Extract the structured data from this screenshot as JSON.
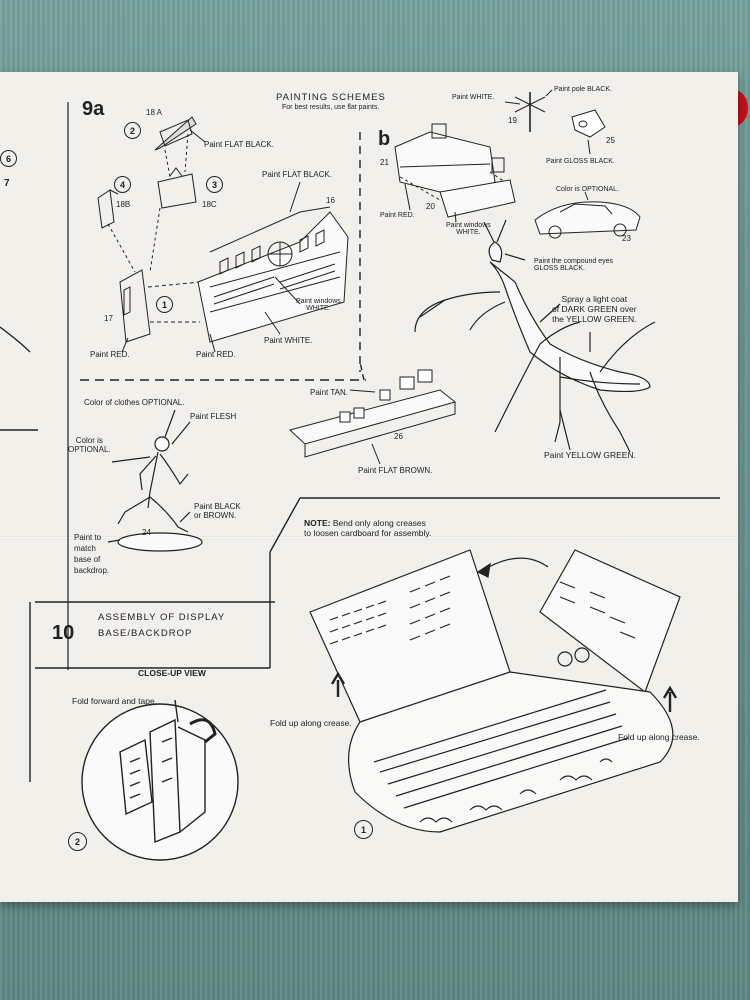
{
  "step9": {
    "number": "9a",
    "heading": "PAINTING SCHEMES",
    "subheading": "For best results, use flat paints.",
    "part_b": "b",
    "left_edge_number": "6",
    "left_edge_number2": "7",
    "parts": {
      "p18a": "18 A",
      "p18b": "18B",
      "p18c": "18C",
      "p16": "16",
      "p17": "17",
      "p19": "19",
      "p20": "20",
      "p21": "21",
      "p23": "23",
      "p24": "24",
      "p25": "25",
      "p26": "26",
      "c1": "1",
      "c2": "2",
      "c3": "3",
      "c4": "4"
    },
    "labels": {
      "flat_black_1": "Paint FLAT BLACK.",
      "flat_black_2": "Paint FLAT BLACK.",
      "windows_white_1": "Paint windows\nWHITE.",
      "paint_white_1": "Paint WHITE.",
      "paint_red_1": "Paint RED.",
      "paint_red_2": "Paint RED.",
      "paint_white_pole": "Paint WHITE.",
      "paint_pole_black": "Paint pole BLACK.",
      "gloss_black": "Paint GLOSS BLACK.",
      "paint_red_3": "Paint RED.",
      "windows_white_2": "Paint windows\nWHITE.",
      "color_optional_car": "Color is OPTIONAL.",
      "compound_eyes": "Paint the compound eyes\nGLOSS BLACK.",
      "spray_coat": "Spray a light coat\nof DARK GREEN over\nthe YELLOW GREEN.",
      "yellow_green": "Paint YELLOW GREEN.",
      "clothes_optional": "Color of clothes OPTIONAL.",
      "flesh": "Paint FLESH",
      "color_optional_fig": "Color is\nOPTIONAL.",
      "black_brown": "Paint BLACK\nor BROWN.",
      "paint_match": "Paint to\nmatch\nbase of\nbackdrop.",
      "tan": "Paint TAN.",
      "flat_brown": "Paint FLAT BROWN."
    }
  },
  "note": {
    "label": "NOTE:",
    "text": " Bend only along creases\nto loosen cardboard for assembly."
  },
  "step10": {
    "number": "10",
    "heading": "ASSEMBLY OF DISPLAY\nBASE/BACKDROP",
    "closeup_title": "CLOSE-UP VIEW",
    "fold_forward": "Fold forward and tape.",
    "fold_up_left": "Fold up along crease.",
    "fold_up_right": "Fold up along crease.",
    "step1": "1",
    "step2": "2"
  }
}
